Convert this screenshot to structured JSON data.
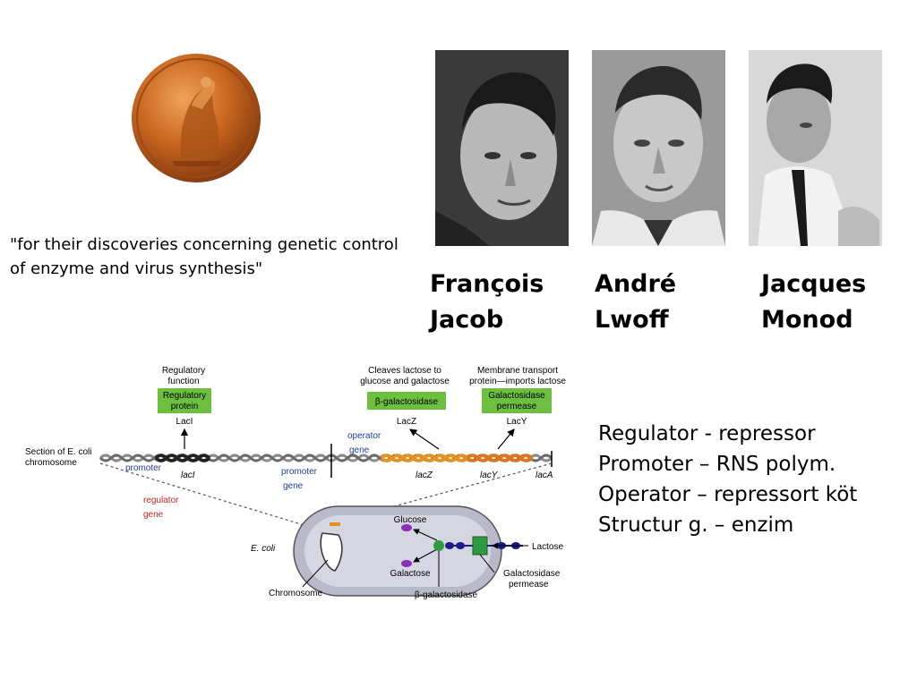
{
  "quote": "\"for their discoveries concerning genetic control of enzyme and virus synthesis\"",
  "laureates": [
    {
      "first": "François",
      "last": "Jacob"
    },
    {
      "first": "André",
      "last": "Lwoff"
    },
    {
      "first": "Jacques",
      "last": "Monod"
    }
  ],
  "summary": [
    "Regulator - repressor",
    "Promoter – RNS polym.",
    "Operator – repressort köt",
    "Structur g. – enzim"
  ],
  "diagram": {
    "top_left_caption": [
      "Regulatory",
      "function"
    ],
    "regulatory_protein": [
      "Regulatory",
      "protein"
    ],
    "lacI_protein": "LacI",
    "cleaves_caption": [
      "Cleaves lactose to",
      "glucose and galactose"
    ],
    "beta_gal_box": "β-galactosidase",
    "lacZ_protein": "LacZ",
    "transport_caption": [
      "Membrane transport",
      "protein—imports lactose"
    ],
    "permease_box": [
      "Galactosidase",
      "permease"
    ],
    "lacY_protein": "LacY",
    "section_label": [
      "Section of E. coli",
      "chromosome"
    ],
    "promoter_left": "promoter",
    "lacI_gene": "lacI",
    "promoter_gene": [
      "promoter",
      "gene"
    ],
    "operator_gene": [
      "operator",
      "gene"
    ],
    "lacZ_gene": "lacZ",
    "lacY_gene": "lacY",
    "lacA_gene": "lacA",
    "regulator_gene": [
      "regulator",
      "gene"
    ],
    "ecoli_label": "E. coli",
    "glucose": "Glucose",
    "galactose": "Galactose",
    "lactose": "Lactose",
    "chromosome": "Chromosome",
    "beta_gal_label": "β-galactosidase",
    "permease_label": [
      "Galactosidase",
      "permease"
    ]
  },
  "colors": {
    "medal": "#c8661f",
    "green_box": "#6cbf3f",
    "dna_gray": "#8a8a8a",
    "lacZ_orange": "#e8911c",
    "lacY_orange": "#e0761a",
    "blue_label": "#1f3f9f",
    "red_label": "#c8281e",
    "purple": "#8a2fb8",
    "navy": "#1c1c8a"
  }
}
